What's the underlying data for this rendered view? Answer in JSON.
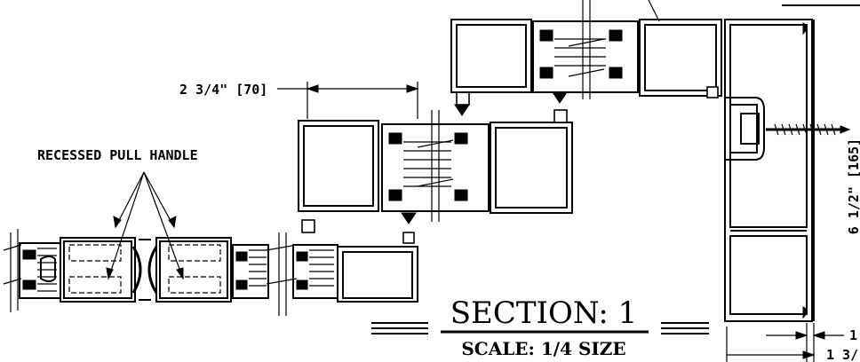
{
  "labels": {
    "pull_handle": "RECESSED PULL HANDLE",
    "dim_width": "2 3/4\" [70]",
    "dim_height": "6 1/2\" [165]",
    "dim_bottom_1": "1",
    "dim_bottom_2": "1 3/"
  },
  "title": {
    "main": "SECTION: 1",
    "scale": "SCALE: 1/4 SIZE"
  }
}
